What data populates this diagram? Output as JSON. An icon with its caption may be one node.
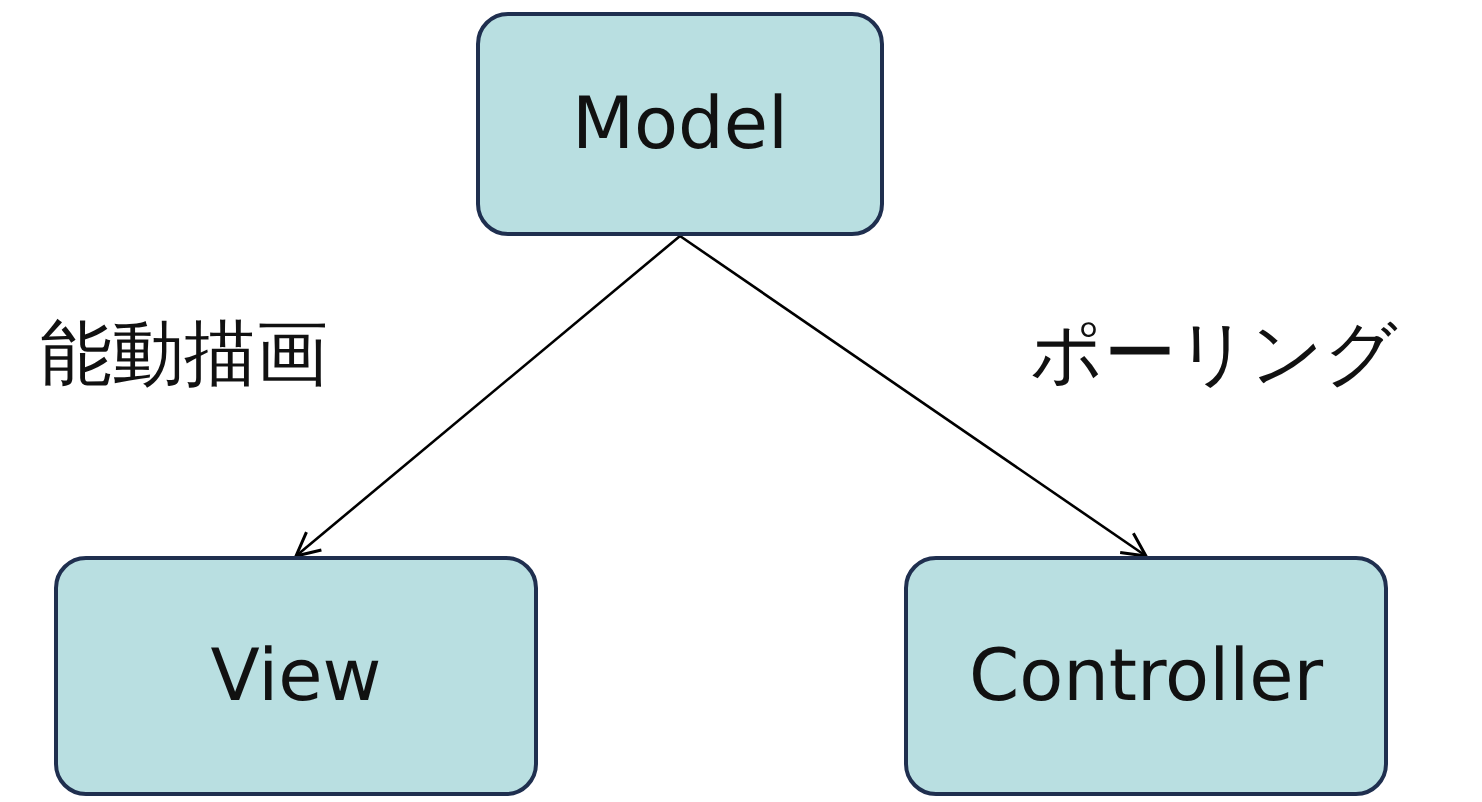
{
  "diagram": {
    "nodes": [
      {
        "text": [
          "Model"
        ]
      },
      {
        "text": [
          "View"
        ]
      },
      {
        "text": [
          "Controller"
        ]
      }
    ],
    "edges": [
      {
        "from": 0,
        "to": 1,
        "arrow": "to",
        "label": "能動描画"
      },
      {
        "from": 0,
        "to": 2,
        "arrow": "to",
        "label": "ポーリング"
      }
    ]
  }
}
